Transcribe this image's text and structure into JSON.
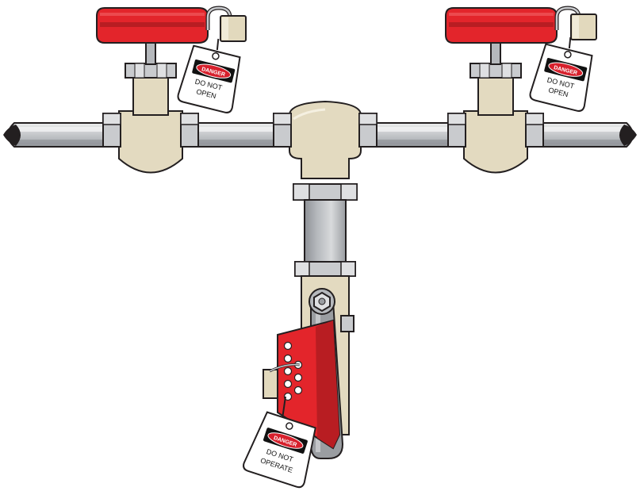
{
  "tags": {
    "left_valve": {
      "header": "DANGER",
      "line1": "DO NOT",
      "line2": "OPEN"
    },
    "right_valve": {
      "header": "DANGER",
      "line1": "DO NOT",
      "line2": "OPEN"
    },
    "bottom_valve": {
      "header": "DANGER",
      "line1": "DO NOT",
      "line2": "OPERATE"
    }
  },
  "colors": {
    "pipe": "#b9bcc0",
    "pipe_highlight": "#e6e7e9",
    "pipe_shadow": "#8e9196",
    "valve_body": "#e3dac0",
    "fitting": "#c9cbce",
    "lockout_red": "#e3252b",
    "lock_body": "#e2d9bd",
    "outline": "#231f20",
    "danger_badge": "#d7202c"
  }
}
